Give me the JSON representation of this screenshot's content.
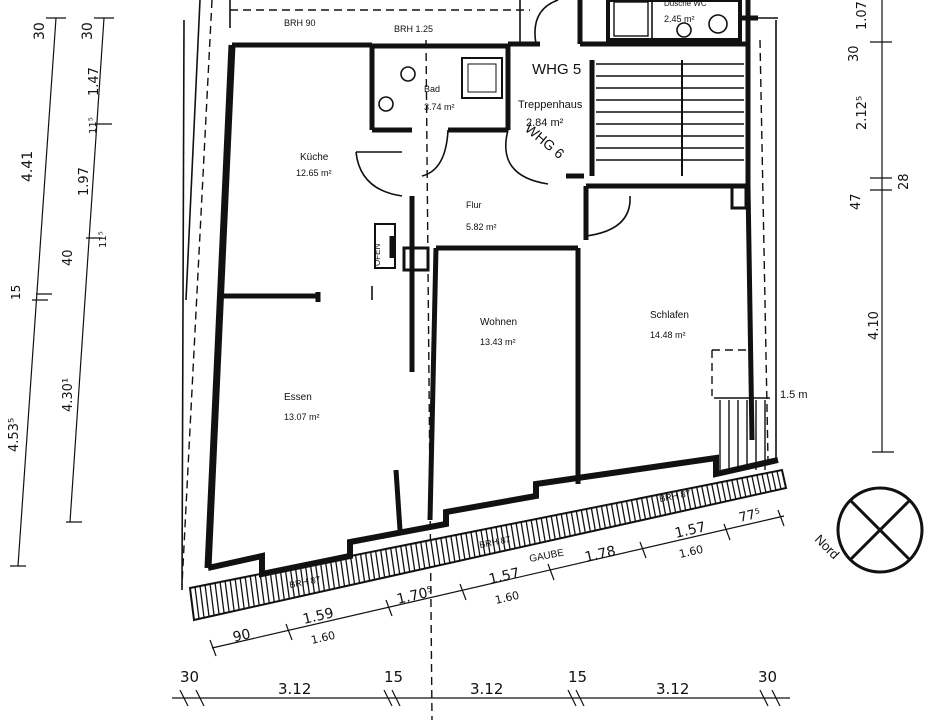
{
  "rooms": {
    "kueche": {
      "name": "Küche",
      "area": "12.65 m²"
    },
    "bad": {
      "name": "Bad",
      "area": "3.74 m²"
    },
    "treppenhaus": {
      "name": "Treppenhaus",
      "area": "2.84 m²"
    },
    "flur": {
      "name": "Flur",
      "area": "5.82 m²"
    },
    "essen": {
      "name": "Essen",
      "area": "13.07 m²"
    },
    "wohnen": {
      "name": "Wohnen",
      "area": "13.43 m²"
    },
    "schlafen": {
      "name": "Schlafen",
      "area": "14.48 m²"
    },
    "dusche_wc": {
      "name": "Dusche WC",
      "area": "2.45 m²"
    }
  },
  "labels": {
    "whg5": "WHG 5",
    "whg6": "WHG 6",
    "ofen": "OFEN",
    "gaube": "GAUBE",
    "height_line": "1.5 m",
    "brh_90": "BRH 90",
    "brh_125": "BRH 1.25",
    "brh_87a": "BRH 87",
    "brh_87b": "BRH 87",
    "brh_87c": "BRH 87",
    "north": "Nord"
  },
  "dims_left": [
    "30",
    "30",
    "4.41",
    "1.47",
    "11⁵",
    "1.97",
    "40",
    "11⁵",
    "15",
    "4.53⁵",
    "4.30¹"
  ],
  "dims_right": [
    "1.07",
    "30",
    "2.12⁵",
    "47",
    "28",
    "4.10"
  ],
  "dims_front": [
    "90",
    "1.59",
    "1.60",
    "1.70⁵",
    "1.57",
    "1.60",
    "1.78",
    "1.57",
    "1.60",
    "77⁵"
  ],
  "dims_bottom": [
    "30",
    "3.12",
    "15",
    "3.12",
    "15",
    "3.12",
    "30"
  ]
}
